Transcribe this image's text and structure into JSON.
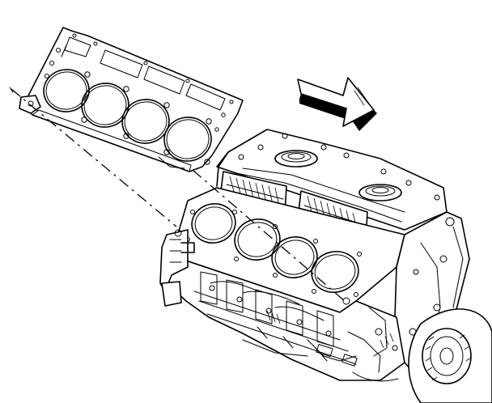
{
  "figure": {
    "kind": "exploded-view line drawing",
    "parts": [
      "head-gasket",
      "engine-block",
      "direction-arrow"
    ],
    "colors": {
      "ink": "#000000",
      "paper": "#ffffff"
    }
  }
}
